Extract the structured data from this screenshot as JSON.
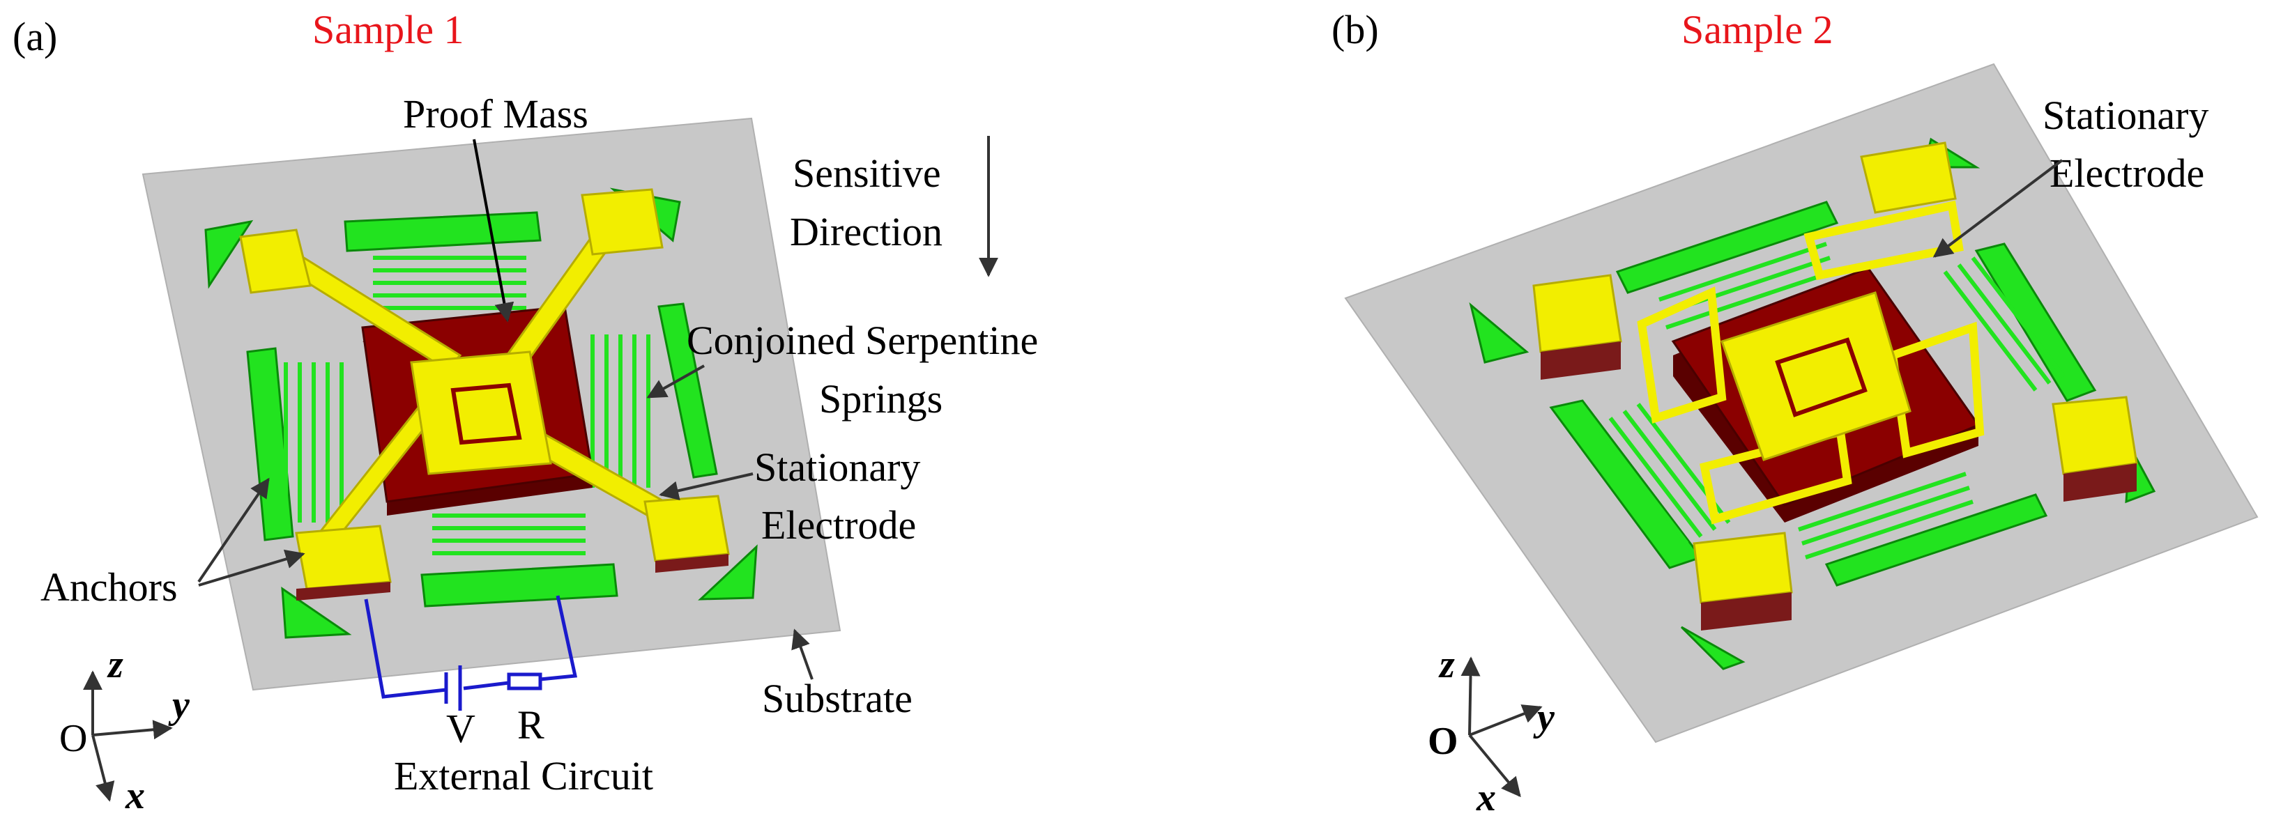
{
  "panel_a": {
    "tag": "(a)",
    "title": "Sample 1",
    "labels": {
      "proof_mass": "Proof Mass",
      "sensitive_line1": "Sensitive",
      "sensitive_line2": "Direction",
      "springs_line1": "Conjoined Serpentine",
      "springs_line2": "Springs",
      "electrode_line1": "Stationary",
      "electrode_line2": "Electrode",
      "anchors": "Anchors",
      "substrate": "Substrate",
      "voltage": "V",
      "resistor": "R",
      "circuit": "External Circuit"
    },
    "axes": {
      "z": "z",
      "y": "y",
      "x": "x",
      "origin": "O"
    }
  },
  "panel_b": {
    "tag": "(b)",
    "title": "Sample 2",
    "labels": {
      "electrode_line1": "Stationary",
      "electrode_line2": "Electrode"
    },
    "axes": {
      "z": "z",
      "y": "y",
      "x": "x",
      "origin": "O"
    }
  },
  "colors": {
    "title": "#e8151b",
    "substrate": "#c8c8c8",
    "proof_mass": "#8b0000",
    "electrode": "#f2ee00",
    "spring": "#22e31f",
    "circuit": "#1a1acc"
  }
}
